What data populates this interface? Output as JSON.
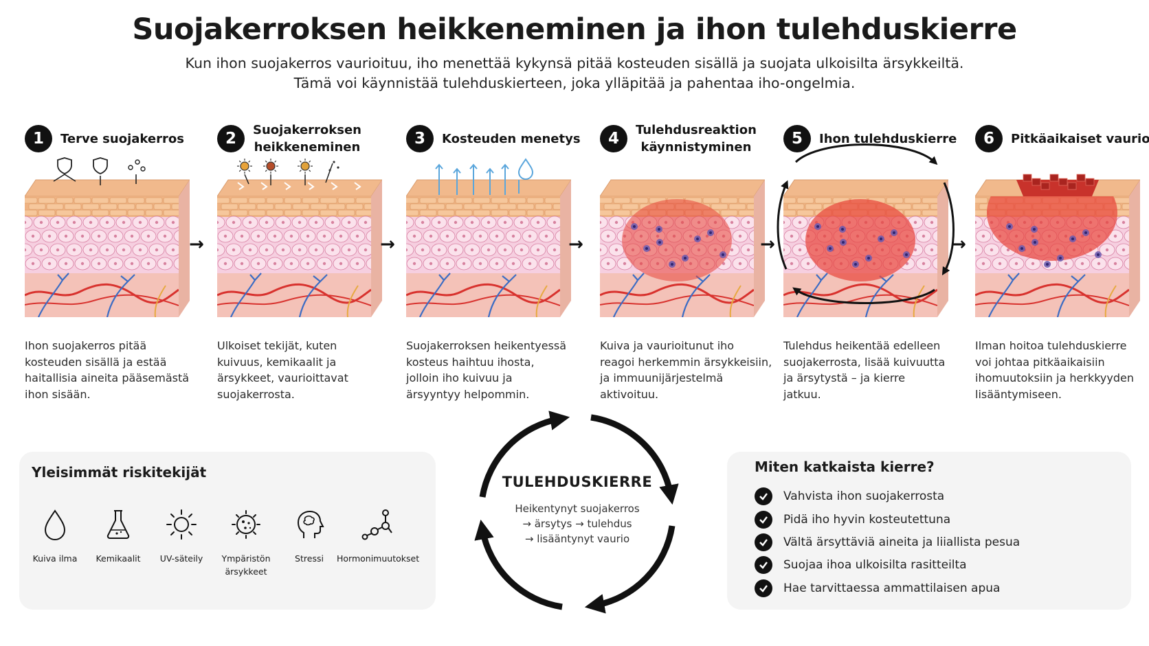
{
  "header": {
    "title": "Suojakerroksen heikkeneminen ja ihon tulehduskierre",
    "subtitle_lines": [
      "Kun ihon suojakerros vaurioituu, iho menettää kykynsä pitää kosteuden sisällä ja suojata ulkoisilta ärsykkeiltä.",
      "Tämä voi käynnistää tulehduskierteen, joka ylläpitää ja pahentaa iho-ongelmia."
    ]
  },
  "steps": [
    {
      "num": "1",
      "title_lines": [
        "Terve suojakerros"
      ],
      "desc_lines": [
        "Ihon suojakerros pitää",
        "kosteuden sisällä ja estää",
        "haitallisia aineita pääsemästä",
        "ihon sisään."
      ]
    },
    {
      "num": "2",
      "title_lines": [
        "Suojakerroksen",
        "heikkeneminen"
      ],
      "desc_lines": [
        "Ulkoiset tekijät, kuten",
        "kuivuus, kemikaalit ja",
        "ärsykkeet, vaurioittavat",
        "suojakerrosta."
      ]
    },
    {
      "num": "3",
      "title_lines": [
        "Kosteuden menetys"
      ],
      "desc_lines": [
        "Suojakerroksen heikentyessä",
        "kosteus haihtuu ihosta,",
        "jolloin iho kuivuu ja",
        "ärsyyntyy helpommin."
      ]
    },
    {
      "num": "4",
      "title_lines": [
        "Tulehdusreaktion",
        "käynnistyminen"
      ],
      "desc_lines": [
        "Kuiva ja vaurioitunut iho",
        "reagoi herkemmin ärsykkeisiin,",
        "ja immuunijärjestelmä",
        "aktivoituu."
      ]
    },
    {
      "num": "5",
      "title_lines": [
        "Ihon tulehduskierre"
      ],
      "desc_lines": [
        "Tulehdus heikentää edelleen",
        "suojakerrosta, lisää kuivuutta",
        "ja ärsytystä – ja kierre",
        "jatkuu."
      ]
    },
    {
      "num": "6",
      "title_lines": [
        "Pitkäaikaiset vauriot"
      ],
      "desc_lines": [
        "Ilman hoitoa tulehduskierre",
        "voi johtaa pitkäaikaisiin",
        "ihomuutoksiin ja herkkyyden",
        "lisääntymiseen."
      ]
    }
  ],
  "arrow_glyph": "→",
  "risks": {
    "title": "Yleisimmät riskitekijät",
    "items": [
      {
        "label": "Kuiva ilma",
        "icon": "droplet-icon"
      },
      {
        "label": "Kemikaalit",
        "icon": "flask-icon"
      },
      {
        "label": "UV-säteily",
        "icon": "sun-icon"
      },
      {
        "label": "Ympäristön ärsykkeet",
        "icon": "particle-icon"
      },
      {
        "label": "Stressi",
        "icon": "head-icon"
      },
      {
        "label": "Hormonimuutokset",
        "icon": "molecule-icon"
      }
    ]
  },
  "cycle": {
    "title": "TULEHDUSKIERRE",
    "text_lines": [
      "Heikentynyt suojakerros",
      "→ ärsytys → tulehdus",
      "→ lisääntynyt vaurio"
    ]
  },
  "fix": {
    "title": "Miten katkaista kierre?",
    "items": [
      "Vahvista ihon suojakerrosta",
      "Pidä iho hyvin kosteutettuna",
      "Vältä ärsyttäviä aineita ja liiallista pesua",
      "Suojaa ihoa ulkoisilta rasitteilta",
      "Hae tarvittaessa ammattilaisen apua"
    ]
  },
  "colors": {
    "skin_top": "#f1b98c",
    "skin_mid": "#f6cfe0",
    "skin_lower": "#f4c2b8",
    "vein_red": "#d8322e",
    "vein_blue": "#3b6cc4",
    "inflamed": "#e8453a",
    "moisture": "#5aa6dc",
    "card_bg": "#f4f4f4"
  }
}
